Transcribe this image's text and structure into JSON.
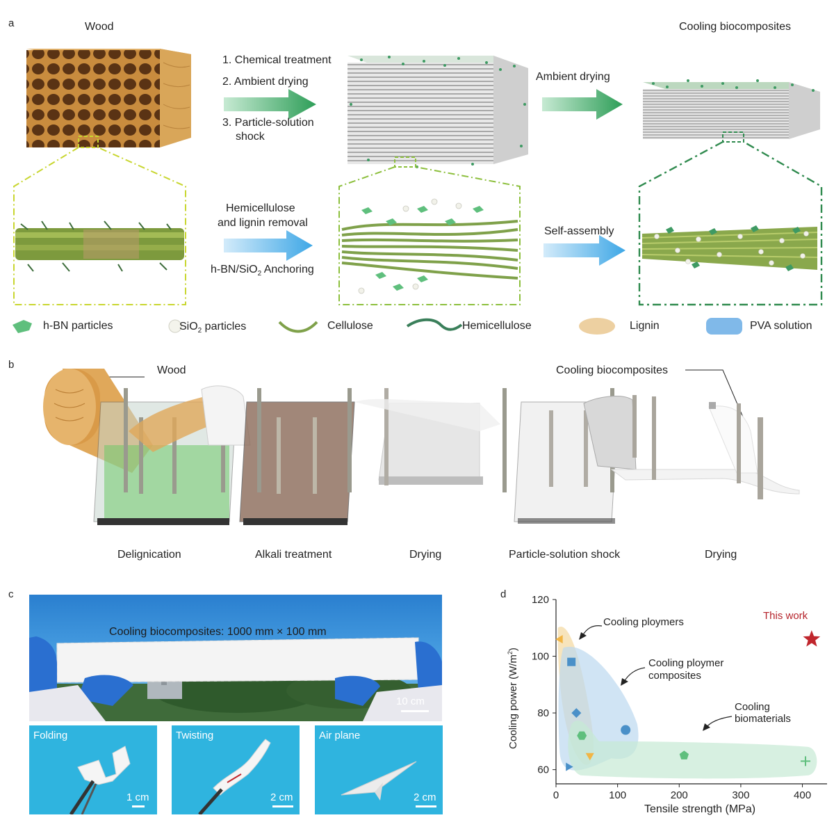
{
  "panel_a": {
    "letter": "a",
    "wood_title": "Wood",
    "biocomp_title": "Cooling biocomposites",
    "steps": [
      "1. Chemical treatment",
      "2. Ambient drying",
      "3. Particle-solution",
      "shock"
    ],
    "ambient_drying": "Ambient drying",
    "hemi_line1": "Hemicellulose",
    "hemi_line2": "and lignin removal",
    "anchoring_prefix": "h-BN/SiO",
    "anchoring_sub": "2",
    "anchoring_suffix": " Anchoring",
    "self_assembly": "Self-assembly"
  },
  "legend": {
    "hbn": "h-BN particles",
    "sio2_prefix": "SiO",
    "sio2_sub": "2",
    "sio2_suffix": " particles",
    "cellulose": "Cellulose",
    "hemicellulose": "Hemicellulose",
    "lignin": "Lignin",
    "pva": "PVA solution"
  },
  "panel_b": {
    "letter": "b",
    "wood": "Wood",
    "biocomp": "Cooling biocomposites",
    "steps": [
      "Delignication",
      "Alkali treatment",
      "Drying",
      "Particle-solution shock",
      "Drying"
    ]
  },
  "panel_c": {
    "letter": "c",
    "banner": "Cooling biocomposites: 1000 mm × 100 mm",
    "main_scale": "10 cm",
    "photos": [
      {
        "title": "Folding",
        "scale": "1 cm"
      },
      {
        "title": "Twisting",
        "scale": "2 cm"
      },
      {
        "title": "Air plane",
        "scale": "2 cm"
      }
    ]
  },
  "panel_d": {
    "letter": "d",
    "this_work": "This work",
    "annotations": {
      "polymers": "Cooling ploymers",
      "composites_1": "Cooling ploymer",
      "composites_2": "composites",
      "biomaterials_1": "Cooling",
      "biomaterials_2": "biomaterials"
    }
  },
  "chart_data": {
    "type": "scatter",
    "xlabel": "Tensile strength (MPa)",
    "ylabel_prefix": "Cooling power (W/m",
    "ylabel_sup": "2",
    "ylabel_suffix": ")",
    "xlim": [
      0,
      440
    ],
    "ylim": [
      55,
      120
    ],
    "xticks": [
      0,
      100,
      200,
      300,
      400
    ],
    "yticks": [
      60,
      80,
      100,
      120
    ],
    "points": [
      {
        "x": 7,
        "y": 106,
        "marker": "triangle-left",
        "color": "#f2b544",
        "group": "polymers"
      },
      {
        "x": 25,
        "y": 98,
        "marker": "square",
        "color": "#4a90c8",
        "group": "composites"
      },
      {
        "x": 33,
        "y": 80,
        "marker": "diamond",
        "color": "#4a90c8",
        "group": "composites"
      },
      {
        "x": 113,
        "y": 74,
        "marker": "circle",
        "color": "#4a90c8",
        "group": "composites"
      },
      {
        "x": 20,
        "y": 61,
        "marker": "triangle-right",
        "color": "#4a90c8",
        "group": "composites"
      },
      {
        "x": 42,
        "y": 72,
        "marker": "hexagon",
        "color": "#5fbf7d",
        "group": "biomaterials"
      },
      {
        "x": 55,
        "y": 65,
        "marker": "triangle-down",
        "color": "#f2b544",
        "group": "biomaterials"
      },
      {
        "x": 208,
        "y": 65,
        "marker": "pentagon",
        "color": "#5fbf7d",
        "group": "biomaterials"
      },
      {
        "x": 405,
        "y": 63,
        "marker": "plus",
        "color": "#5fbf7d",
        "group": "biomaterials"
      },
      {
        "x": 415,
        "y": 106,
        "marker": "star",
        "color": "#c0262d",
        "group": "this work"
      }
    ],
    "colors": {
      "polymers_region": "#f6dfb0",
      "composites_region": "#bcd9f0",
      "biomaterials_region": "#c6ead4"
    }
  }
}
